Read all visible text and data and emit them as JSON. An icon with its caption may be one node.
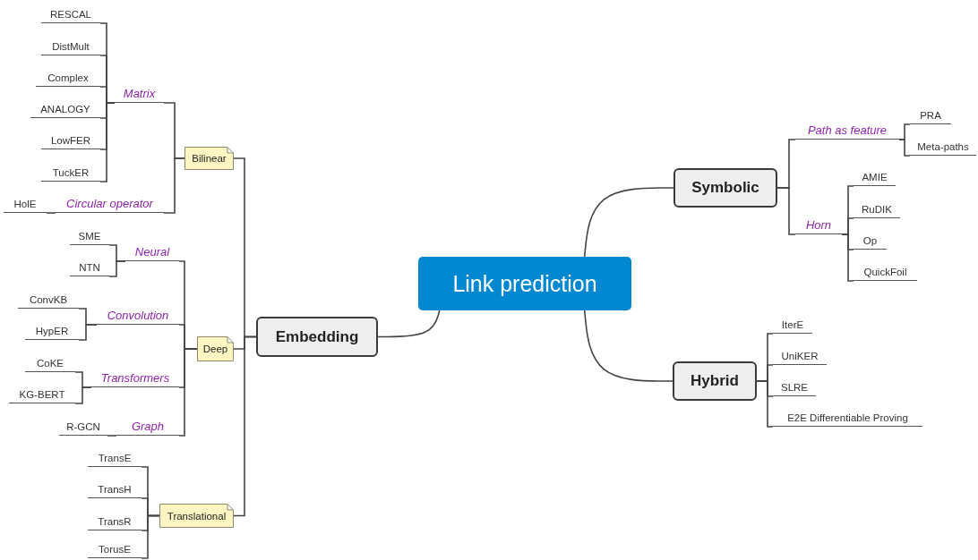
{
  "diagram": {
    "nodes": [
      {
        "text": [
          "Link prediction"
        ]
      },
      {
        "text": [
          "Symbolic"
        ]
      },
      {
        "text": [
          "Path as feature"
        ]
      },
      {
        "text": [
          "PRA"
        ]
      },
      {
        "text": [
          "Meta-paths"
        ]
      },
      {
        "text": [
          "Horn"
        ]
      },
      {
        "text": [
          "AMIE"
        ]
      },
      {
        "text": [
          "RuDIK"
        ]
      },
      {
        "text": [
          "Op"
        ]
      },
      {
        "text": [
          "QuickFoil"
        ]
      },
      {
        "text": [
          "Hybrid"
        ]
      },
      {
        "text": [
          "IterE"
        ]
      },
      {
        "text": [
          "UniKER"
        ]
      },
      {
        "text": [
          "SLRE"
        ]
      },
      {
        "text": [
          "E2E Differentiable Proving"
        ]
      },
      {
        "text": [
          "Embedding"
        ]
      },
      {
        "text": [
          "Bilinear"
        ]
      },
      {
        "text": [
          "Matrix"
        ]
      },
      {
        "text": [
          "RESCAL"
        ]
      },
      {
        "text": [
          "DistMult"
        ]
      },
      {
        "text": [
          "Complex"
        ]
      },
      {
        "text": [
          "ANALOGY"
        ]
      },
      {
        "text": [
          "LowFER"
        ]
      },
      {
        "text": [
          "TuckER"
        ]
      },
      {
        "text": [
          "Circular operator"
        ]
      },
      {
        "text": [
          "HolE"
        ]
      },
      {
        "text": [
          "Deep"
        ]
      },
      {
        "text": [
          "Neural"
        ]
      },
      {
        "text": [
          "SME"
        ]
      },
      {
        "text": [
          "NTN"
        ]
      },
      {
        "text": [
          "Convolution"
        ]
      },
      {
        "text": [
          "ConvKB"
        ]
      },
      {
        "text": [
          "HypER"
        ]
      },
      {
        "text": [
          "Transformers"
        ]
      },
      {
        "text": [
          "CoKE"
        ]
      },
      {
        "text": [
          "KG-BERT"
        ]
      },
      {
        "text": [
          "Graph"
        ]
      },
      {
        "text": [
          "R-GCN"
        ]
      },
      {
        "text": [
          "Translational"
        ]
      },
      {
        "text": [
          "TransE"
        ]
      },
      {
        "text": [
          "TransH"
        ]
      },
      {
        "text": [
          "TransR"
        ]
      },
      {
        "text": [
          "TorusE"
        ]
      }
    ],
    "edges": [
      {
        "from": 0,
        "to": 1,
        "arrow": "none"
      },
      {
        "from": 1,
        "to": 2,
        "arrow": "none"
      },
      {
        "from": 2,
        "to": 3,
        "arrow": "none"
      },
      {
        "from": 2,
        "to": 4,
        "arrow": "none"
      },
      {
        "from": 1,
        "to": 5,
        "arrow": "none"
      },
      {
        "from": 5,
        "to": 6,
        "arrow": "none"
      },
      {
        "from": 5,
        "to": 7,
        "arrow": "none"
      },
      {
        "from": 5,
        "to": 8,
        "arrow": "none"
      },
      {
        "from": 5,
        "to": 9,
        "arrow": "none"
      },
      {
        "from": 0,
        "to": 10,
        "arrow": "none"
      },
      {
        "from": 10,
        "to": 11,
        "arrow": "none"
      },
      {
        "from": 10,
        "to": 12,
        "arrow": "none"
      },
      {
        "from": 10,
        "to": 13,
        "arrow": "none"
      },
      {
        "from": 10,
        "to": 14,
        "arrow": "none"
      },
      {
        "from": 0,
        "to": 15,
        "arrow": "none"
      },
      {
        "from": 15,
        "to": 16,
        "arrow": "none"
      },
      {
        "from": 16,
        "to": 17,
        "arrow": "none"
      },
      {
        "from": 17,
        "to": 18,
        "arrow": "none"
      },
      {
        "from": 17,
        "to": 19,
        "arrow": "none"
      },
      {
        "from": 17,
        "to": 20,
        "arrow": "none"
      },
      {
        "from": 17,
        "to": 21,
        "arrow": "none"
      },
      {
        "from": 17,
        "to": 22,
        "arrow": "none"
      },
      {
        "from": 17,
        "to": 23,
        "arrow": "none"
      },
      {
        "from": 16,
        "to": 24,
        "arrow": "none"
      },
      {
        "from": 24,
        "to": 25,
        "arrow": "none"
      },
      {
        "from": 15,
        "to": 26,
        "arrow": "none"
      },
      {
        "from": 26,
        "to": 27,
        "arrow": "none"
      },
      {
        "from": 27,
        "to": 28,
        "arrow": "none"
      },
      {
        "from": 27,
        "to": 29,
        "arrow": "none"
      },
      {
        "from": 26,
        "to": 30,
        "arrow": "none"
      },
      {
        "from": 30,
        "to": 31,
        "arrow": "none"
      },
      {
        "from": 30,
        "to": 32,
        "arrow": "none"
      },
      {
        "from": 26,
        "to": 33,
        "arrow": "none"
      },
      {
        "from": 33,
        "to": 34,
        "arrow": "none"
      },
      {
        "from": 33,
        "to": 35,
        "arrow": "none"
      },
      {
        "from": 26,
        "to": 36,
        "arrow": "none"
      },
      {
        "from": 36,
        "to": 37,
        "arrow": "none"
      },
      {
        "from": 15,
        "to": 38,
        "arrow": "none"
      },
      {
        "from": 38,
        "to": 39,
        "arrow": "none"
      },
      {
        "from": 38,
        "to": 40,
        "arrow": "none"
      },
      {
        "from": 38,
        "to": 41,
        "arrow": "none"
      },
      {
        "from": 38,
        "to": 42,
        "arrow": "none"
      }
    ]
  }
}
